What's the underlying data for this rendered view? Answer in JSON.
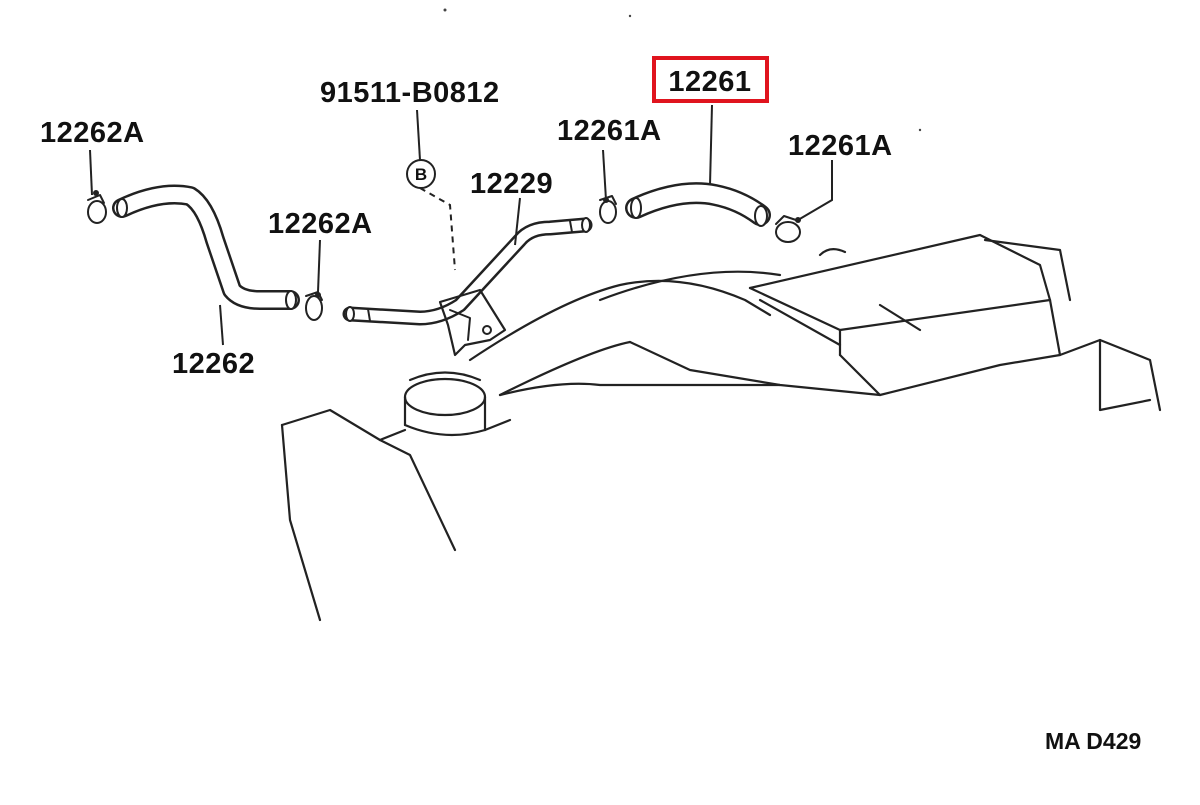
{
  "labels": {
    "bolt": "91511-B0812",
    "bolt_marker": "B",
    "clamp_left_top": "12262A",
    "clamp_left_mid": "12262A",
    "hose_left": "12262",
    "pipe_mid": "12229",
    "clamp_right_a": "12261A",
    "clamp_right_b": "12261A",
    "hose_right": "12261",
    "diagram_code": "MA D429"
  },
  "highlight": {
    "part": "12261",
    "color": "#e0141e"
  }
}
